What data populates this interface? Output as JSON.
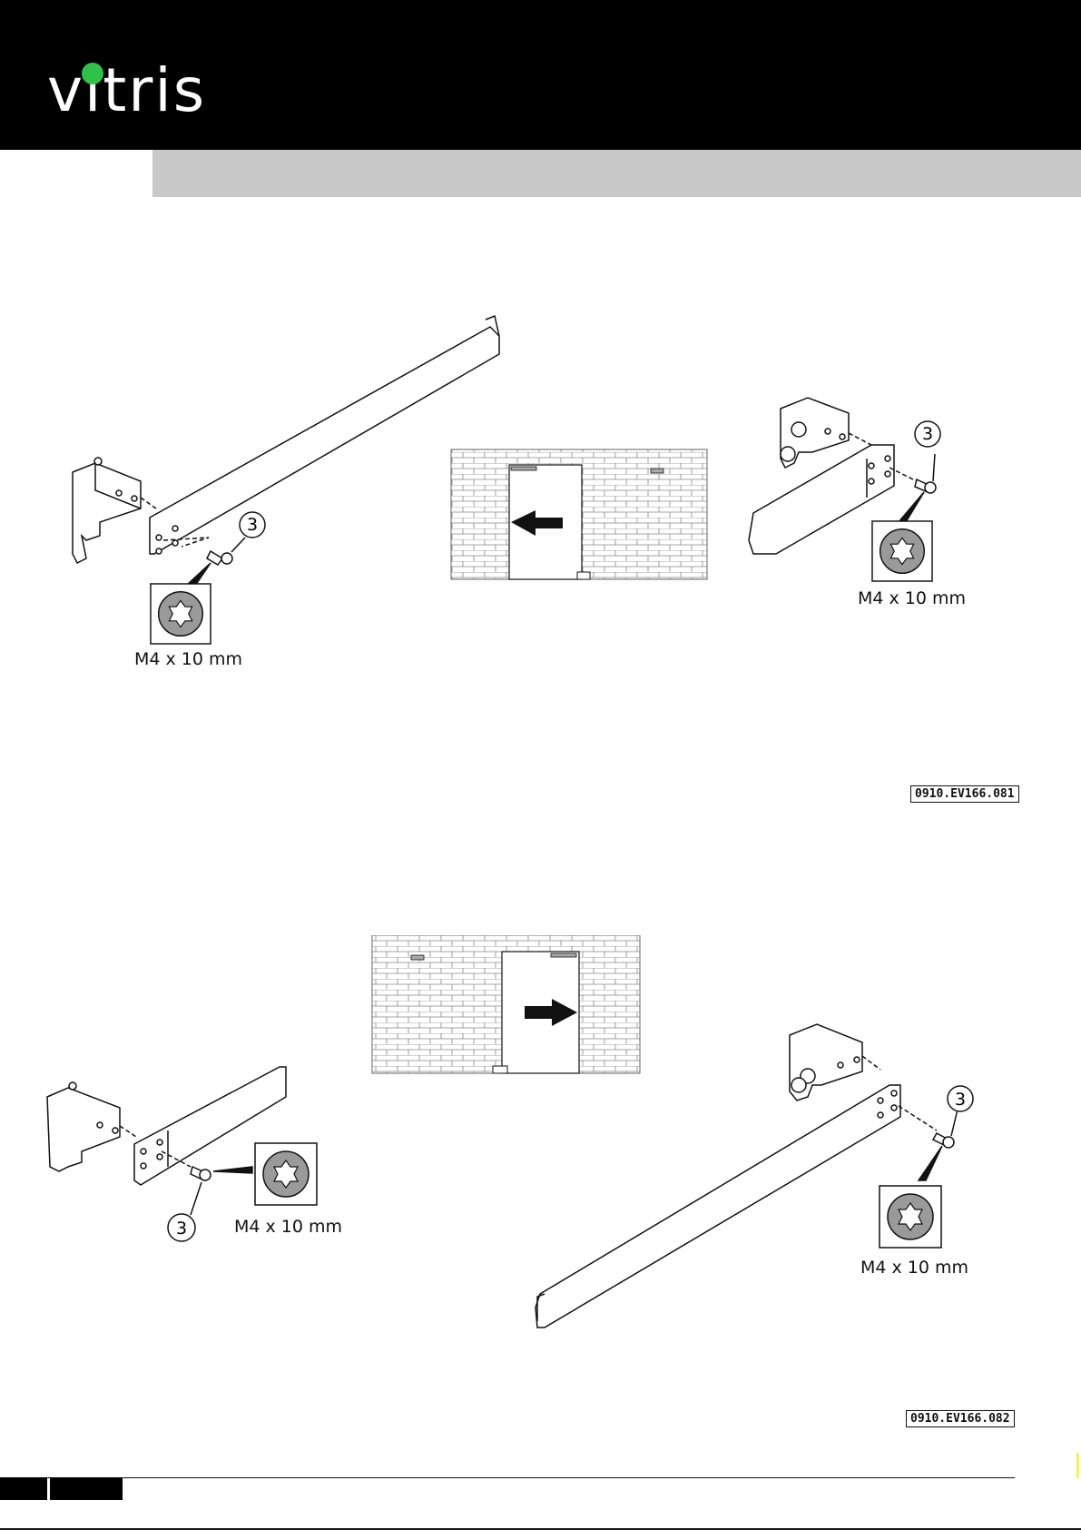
{
  "brand": {
    "logo_text": "vitris",
    "dot_color": "#2fc24a"
  },
  "figure1": {
    "left_label": "M4 x 10 mm",
    "right_label": "M4 x 10 mm",
    "callout_left": "3",
    "callout_right": "3",
    "ref": "0910.EV166.081"
  },
  "figure2": {
    "left_label": "M4 x 10 mm",
    "right_label": "M4 x 10 mm",
    "callout_left": "3",
    "callout_right": "3",
    "ref": "0910.EV166.082"
  }
}
